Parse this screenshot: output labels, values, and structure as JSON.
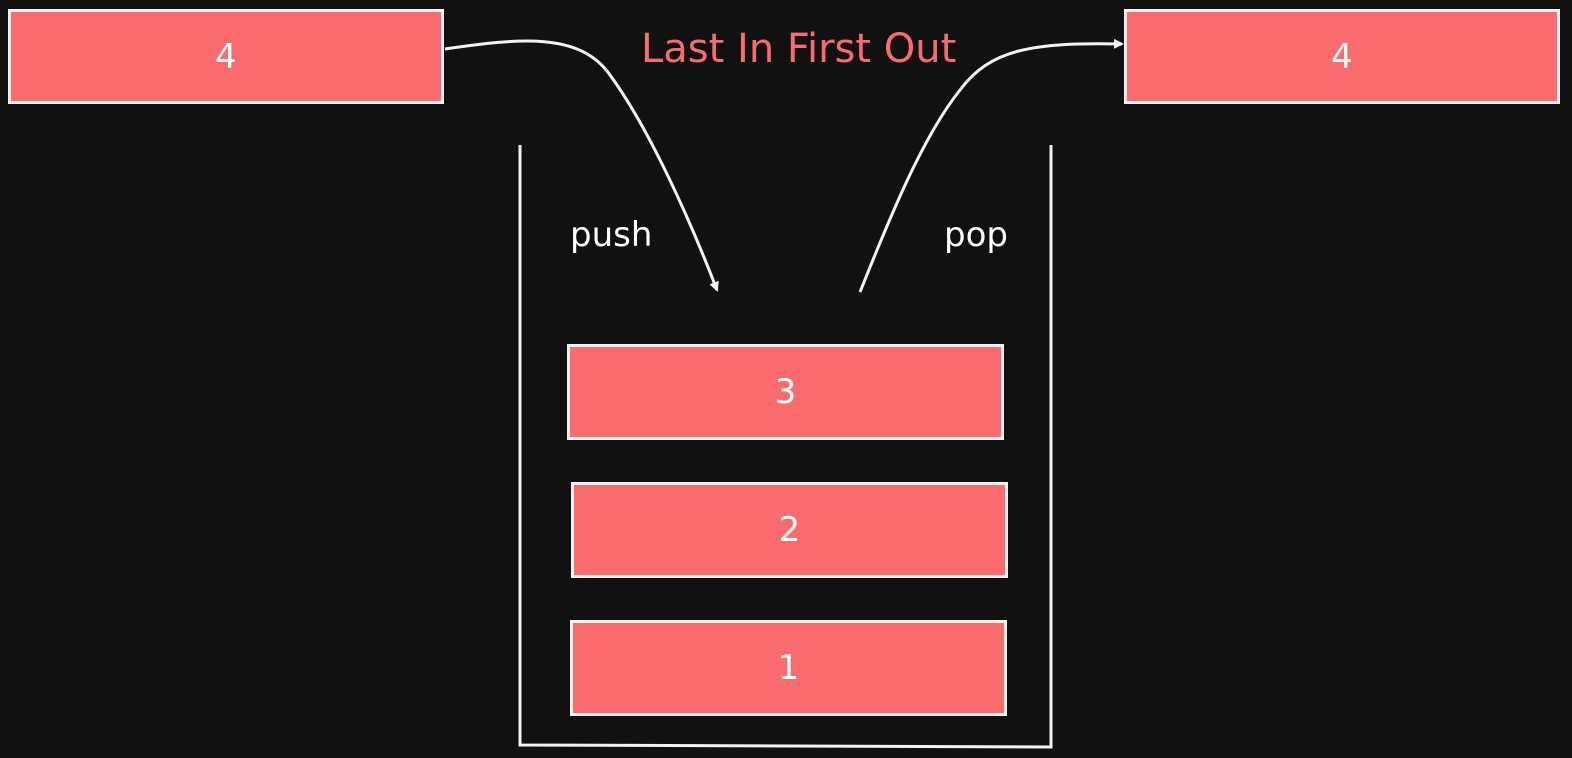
{
  "title": "Last In First Out",
  "push_label": "push",
  "pop_label": "pop",
  "incoming_item": "4",
  "outgoing_item": "4",
  "stack_items": [
    "3",
    "2",
    "1"
  ],
  "colors": {
    "background": "#111111",
    "item_fill": "#f96b6d",
    "item_border": "#f2f2f2",
    "title": "#f96b6d",
    "lines": "#f2f2f2"
  }
}
